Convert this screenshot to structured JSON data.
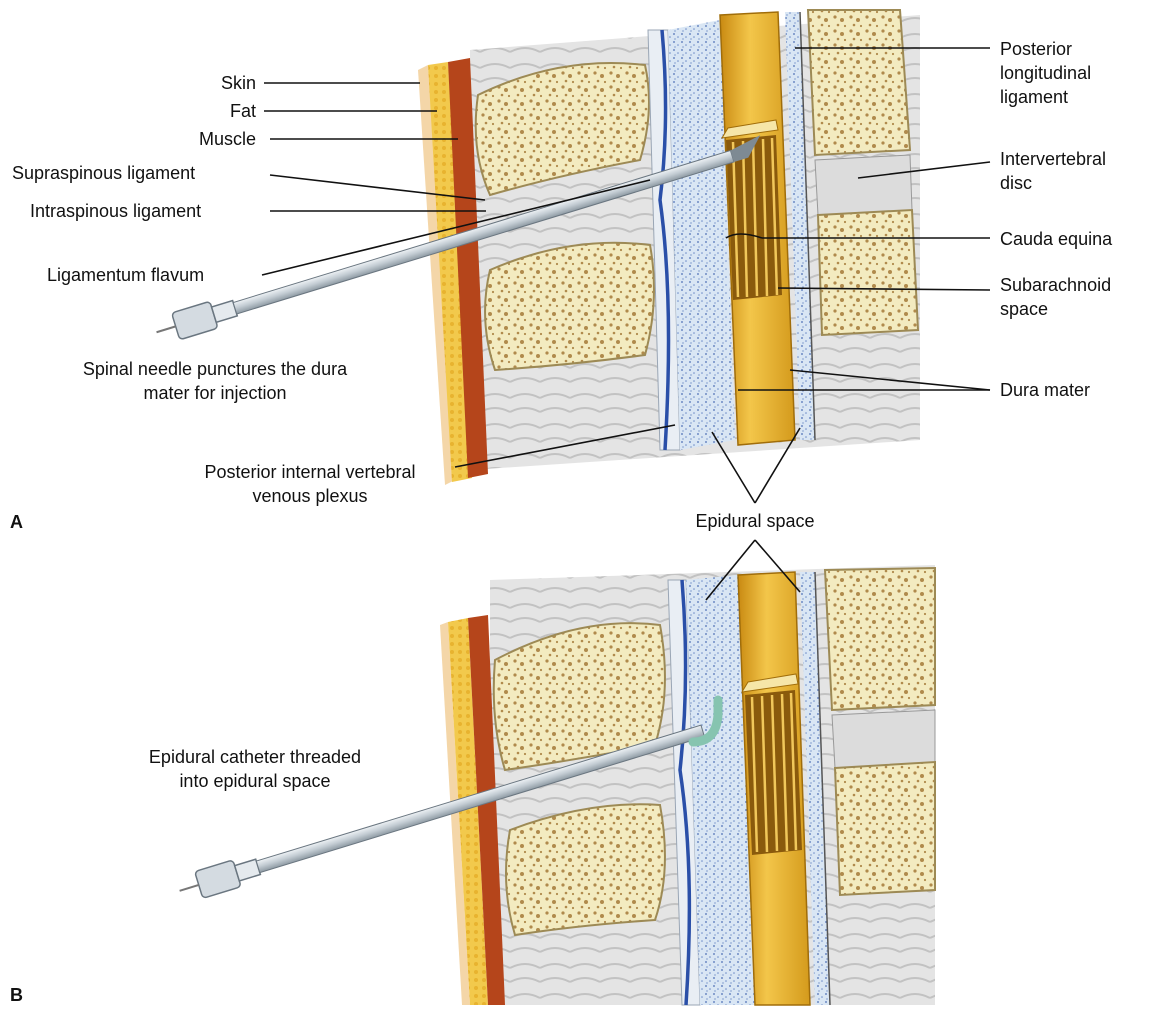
{
  "panel_a": {
    "letter": "A",
    "labels": {
      "skin": "Skin",
      "fat": "Fat",
      "muscle": "Muscle",
      "supraspinous": "Supraspinous ligament",
      "intraspinous": "Intraspinous ligament",
      "ligamentum_flavum": "Ligamentum flavum",
      "needle_caption_1": "Spinal needle punctures the dura",
      "needle_caption_2": "mater for injection",
      "venous_1": "Posterior internal vertebral",
      "venous_2": "venous plexus",
      "pll_1": "Posterior",
      "pll_2": "longitudinal",
      "pll_3": "ligament",
      "disc_1": "Intervertebral",
      "disc_2": "disc",
      "cauda": "Cauda equina",
      "subarachnoid_1": "Subarachnoid",
      "subarachnoid_2": "space",
      "dura": "Dura mater"
    }
  },
  "shared": {
    "epidural": "Epidural space"
  },
  "panel_b": {
    "letter": "B",
    "labels": {
      "catheter_1": "Epidural catheter threaded",
      "catheter_2": "into epidural space"
    }
  },
  "colors": {
    "bone": "#f3ebc0",
    "bone_spot": "#b08a4c",
    "fat": "#f2c94c",
    "muscle": "#b5451b",
    "dura": "#e3ad2a",
    "epidural": "#d9e6f4",
    "vein": "#2a4fa8",
    "needle": "#c9d3db",
    "catheter": "#a9d8c8",
    "tissue": "#d6d6d6"
  }
}
